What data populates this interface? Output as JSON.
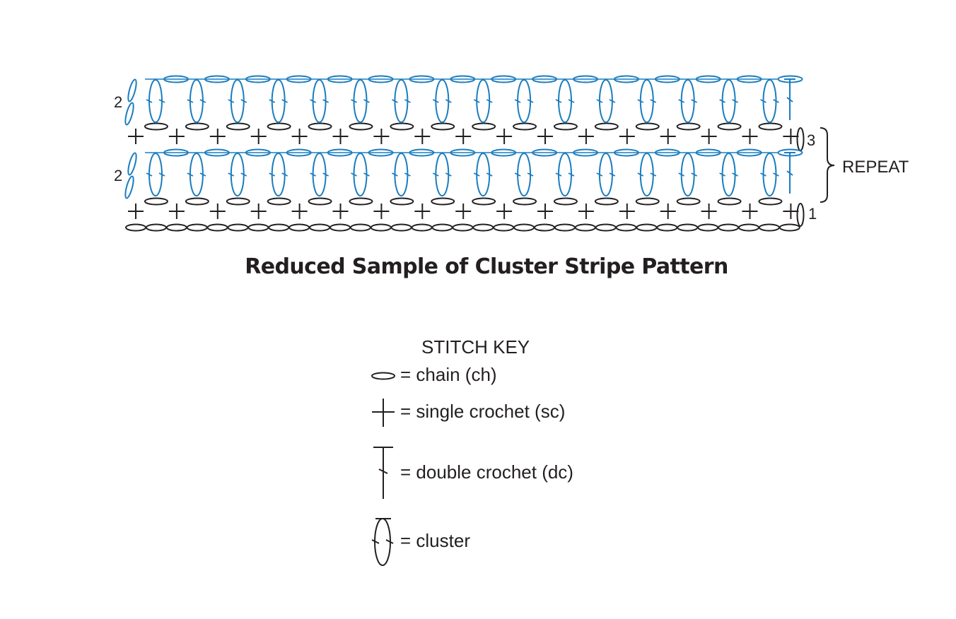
{
  "colors": {
    "blue": "#1a7dbf",
    "black": "#231f20"
  },
  "diagram": {
    "title": "Reduced Sample of Cluster Stripe Pattern",
    "row_labels": {
      "row1": "1",
      "row2": "2",
      "row3": "3",
      "row4": "2"
    },
    "repeat_label": "REPEAT",
    "stitches_per_row": 17
  },
  "stitch_key": {
    "title": "STITCH KEY",
    "items": [
      {
        "symbol": "chain",
        "label": "= chain (ch)"
      },
      {
        "symbol": "single-crochet",
        "label": "= single crochet (sc)"
      },
      {
        "symbol": "double-crochet",
        "label": "= double crochet (dc)"
      },
      {
        "symbol": "cluster",
        "label": "= cluster"
      }
    ]
  }
}
